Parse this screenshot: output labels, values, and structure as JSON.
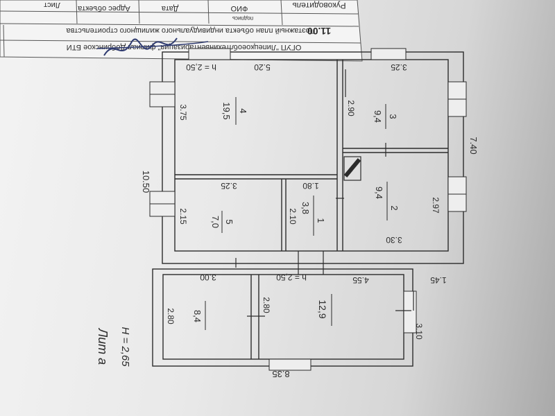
{
  "title_block": {
    "label_manager": "Руководитель",
    "label_name": "ФИО",
    "label_date": "Дата",
    "label_object_address": "Адрес объекта",
    "label_sheet": "Лист",
    "label_signature": "подпись",
    "title_line": "Поэтажный план объекта индивидуального жилищного строительства",
    "org_line": "ОГУП \"Липецкоеоблтехинвентаризация\" филиал Добринское БТИ",
    "date_value": "11.00"
  },
  "plan": {
    "lit_label": "Лит а",
    "height_note": "Н = 2,65",
    "outer_dims": {
      "width_main": "10.50",
      "depth_main": "7.40",
      "width_ext": "8.35",
      "depth_ext": "1.45"
    },
    "rooms": [
      {
        "number": "4",
        "area": "19,5",
        "dims": [
          "5.20",
          "3.75"
        ],
        "height": "h = 2,50"
      },
      {
        "number": "3",
        "area": "9,4",
        "dims": [
          "3.25",
          "2.90"
        ]
      },
      {
        "number": "5",
        "area": "7,0",
        "dims": [
          "3.25",
          "2.15"
        ]
      },
      {
        "number": "1",
        "area": "3,8",
        "dims": [
          "1.80",
          "2.10"
        ]
      },
      {
        "number": "2",
        "area": "9,4",
        "dims": [
          "3.30",
          "2.97"
        ]
      },
      {
        "number": "",
        "area": "12,9",
        "dims": [
          "4.55",
          "2.80",
          "3.10"
        ],
        "height": "h = 2,50"
      },
      {
        "number": "",
        "area": "8,4",
        "dims": [
          "3.00",
          "2.80"
        ]
      }
    ]
  }
}
